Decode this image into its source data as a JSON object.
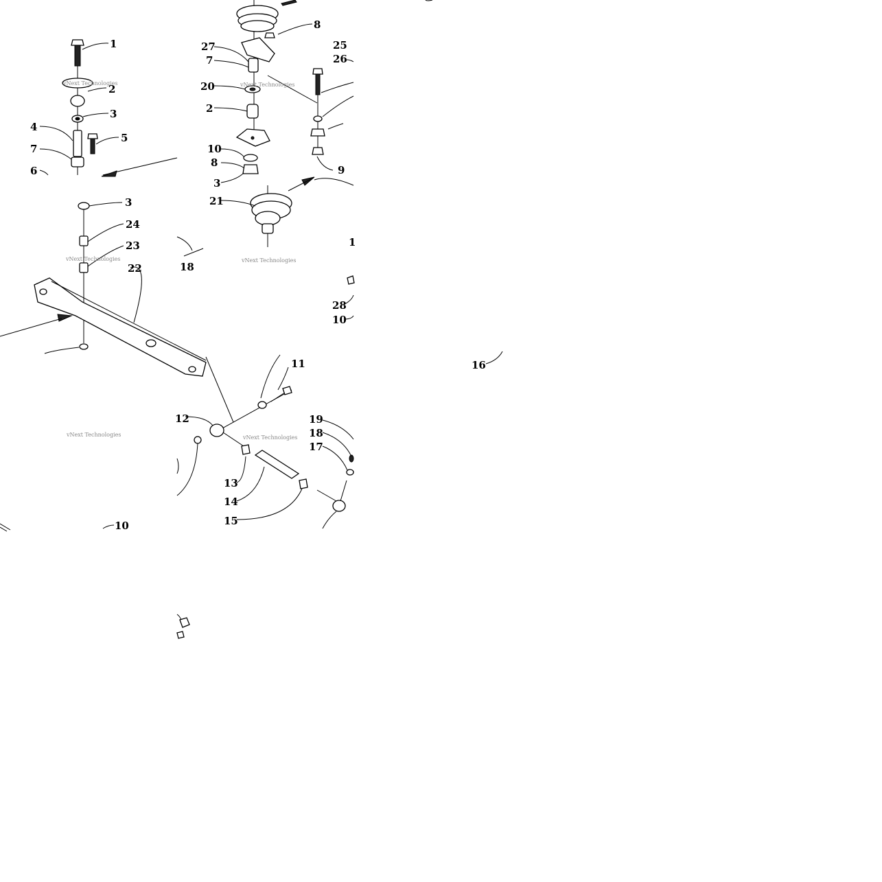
{
  "diagram": {
    "watermark_text": "vNext Technologies",
    "part_callouts": [
      {
        "id": "c1",
        "text": "1"
      },
      {
        "id": "c2a",
        "text": "2"
      },
      {
        "id": "c3a",
        "text": "3"
      },
      {
        "id": "c4",
        "text": "4"
      },
      {
        "id": "c5",
        "text": "5"
      },
      {
        "id": "c7a",
        "text": "7"
      },
      {
        "id": "c6",
        "text": "6"
      },
      {
        "id": "c8a",
        "text": "8"
      },
      {
        "id": "c27",
        "text": "27"
      },
      {
        "id": "c7b",
        "text": "7"
      },
      {
        "id": "c20",
        "text": "20"
      },
      {
        "id": "c2b",
        "text": "2"
      },
      {
        "id": "c10a",
        "text": "10"
      },
      {
        "id": "c8b",
        "text": "8"
      },
      {
        "id": "c3b",
        "text": "3"
      },
      {
        "id": "c21",
        "text": "21"
      },
      {
        "id": "c25",
        "text": "25"
      },
      {
        "id": "c26",
        "text": "26"
      },
      {
        "id": "c9",
        "text": "9"
      },
      {
        "id": "c3c",
        "text": "3"
      },
      {
        "id": "c24",
        "text": "24"
      },
      {
        "id": "c23",
        "text": "23"
      },
      {
        "id": "c22",
        "text": "22"
      },
      {
        "id": "c18a",
        "text": "18"
      },
      {
        "id": "c1b",
        "text": "1"
      },
      {
        "id": "c28",
        "text": "28"
      },
      {
        "id": "c10b",
        "text": "10"
      },
      {
        "id": "c16",
        "text": "16"
      },
      {
        "id": "c11",
        "text": "11"
      },
      {
        "id": "c12",
        "text": "12"
      },
      {
        "id": "c19",
        "text": "19"
      },
      {
        "id": "c18b",
        "text": "18"
      },
      {
        "id": "c17",
        "text": "17"
      },
      {
        "id": "c13",
        "text": "13"
      },
      {
        "id": "c14",
        "text": "14"
      },
      {
        "id": "c15",
        "text": "15"
      },
      {
        "id": "c10c",
        "text": "10"
      }
    ]
  }
}
